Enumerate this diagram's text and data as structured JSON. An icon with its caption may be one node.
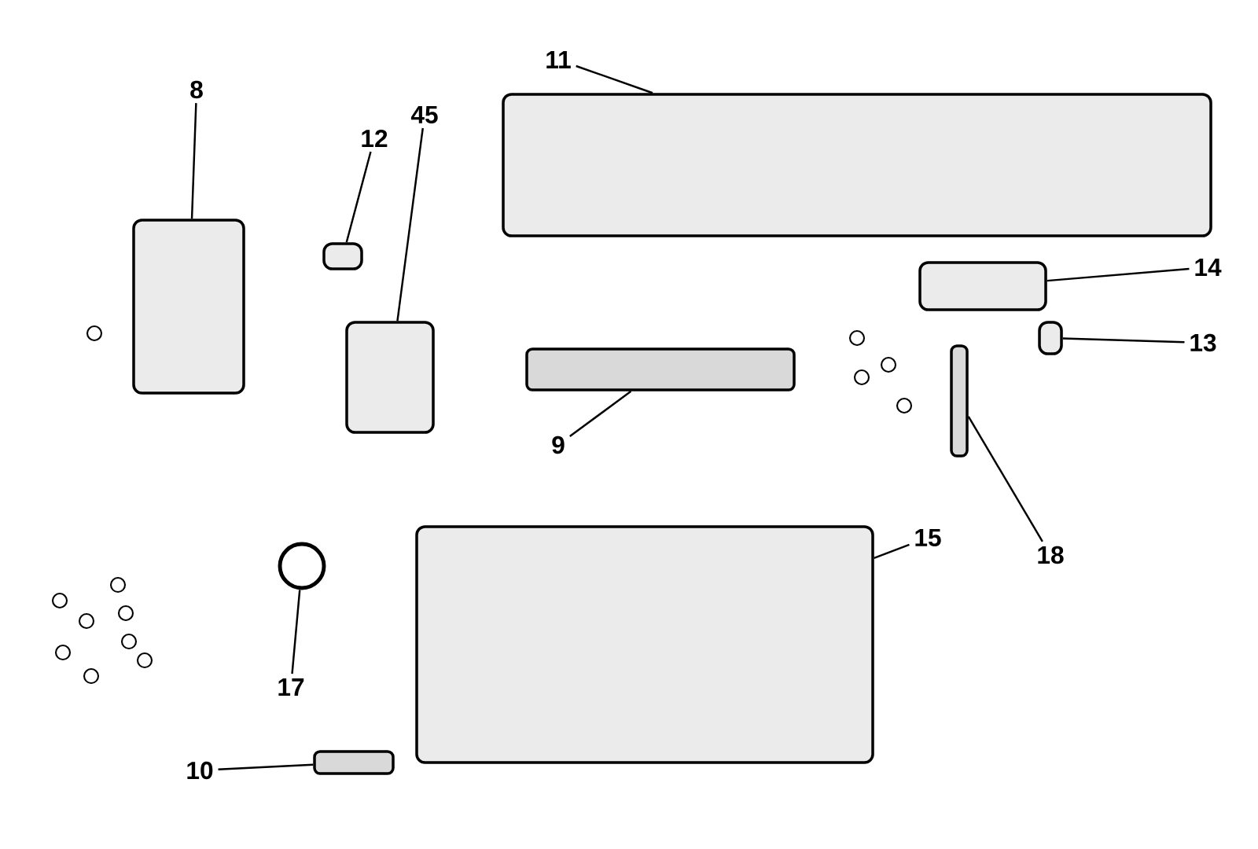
{
  "diagram": {
    "nodes": [
      {
        "text": [
          "8"
        ]
      },
      {
        "text": [],
        "shape": "box"
      },
      {
        "text": [
          "12"
        ]
      },
      {
        "text": [],
        "shape": "box"
      },
      {
        "text": [
          "45"
        ]
      },
      {
        "text": [],
        "shape": "box"
      },
      {
        "text": [
          "11"
        ]
      },
      {
        "text": [],
        "shape": "box"
      },
      {
        "text": [
          "14"
        ]
      },
      {
        "text": [],
        "shape": "box"
      },
      {
        "text": [
          "13"
        ]
      },
      {
        "text": [],
        "shape": "box"
      },
      {
        "text": [
          "9"
        ]
      },
      {
        "text": [],
        "shape": "bar"
      },
      {
        "text": [
          "15"
        ]
      },
      {
        "text": [],
        "shape": "box"
      },
      {
        "text": [
          "18"
        ]
      },
      {
        "text": [],
        "shape": "bar"
      },
      {
        "text": [
          "17"
        ]
      },
      {
        "text": [],
        "shape": "circle"
      },
      {
        "text": [
          "10"
        ]
      },
      {
        "text": [],
        "shape": "bar"
      }
    ],
    "edges": [
      {
        "from": 0,
        "to": 1,
        "arrow": "none"
      },
      {
        "from": 2,
        "to": 3,
        "arrow": "none"
      },
      {
        "from": 4,
        "to": 5,
        "arrow": "none"
      },
      {
        "from": 6,
        "to": 7,
        "arrow": "none"
      },
      {
        "from": 8,
        "to": 9,
        "arrow": "none"
      },
      {
        "from": 10,
        "to": 11,
        "arrow": "none"
      },
      {
        "from": 12,
        "to": 13,
        "arrow": "none"
      },
      {
        "from": 14,
        "to": 15,
        "arrow": "none"
      },
      {
        "from": 16,
        "to": 17,
        "arrow": "none"
      },
      {
        "from": 18,
        "to": 19,
        "arrow": "none"
      },
      {
        "from": 20,
        "to": 21,
        "arrow": "none"
      }
    ]
  }
}
